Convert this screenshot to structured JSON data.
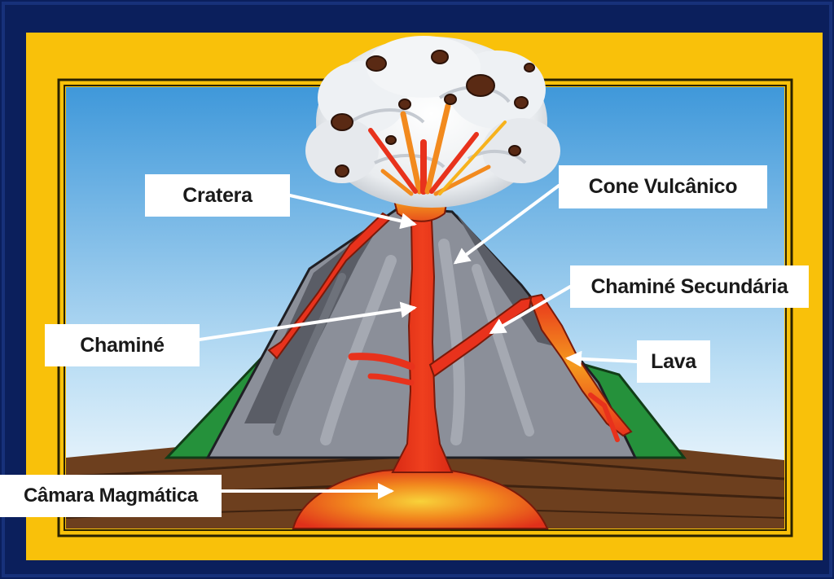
{
  "labels": {
    "cratera": "Cratera",
    "cone_vulcanico": "Cone Vulcânico",
    "chamine_secundaria": "Chaminé Secundária",
    "chamine": "Chaminé",
    "lava": "Lava",
    "camara_magmatica": "Câmara Magmática"
  },
  "colors": {
    "frame_outer": "#0b1f5c",
    "frame_yellow": "#f9c10a",
    "sky_top": "#4aa3e0",
    "sky_bottom": "#ffffff",
    "cone_gray": "#8b8f99",
    "cone_dark": "#5a5d66",
    "vegetation": "#25913b",
    "magma": "#e8321c",
    "magma_glow": "#f7b21c",
    "ground": "#6b3e1f",
    "ash_cloud": "#eceff2"
  }
}
